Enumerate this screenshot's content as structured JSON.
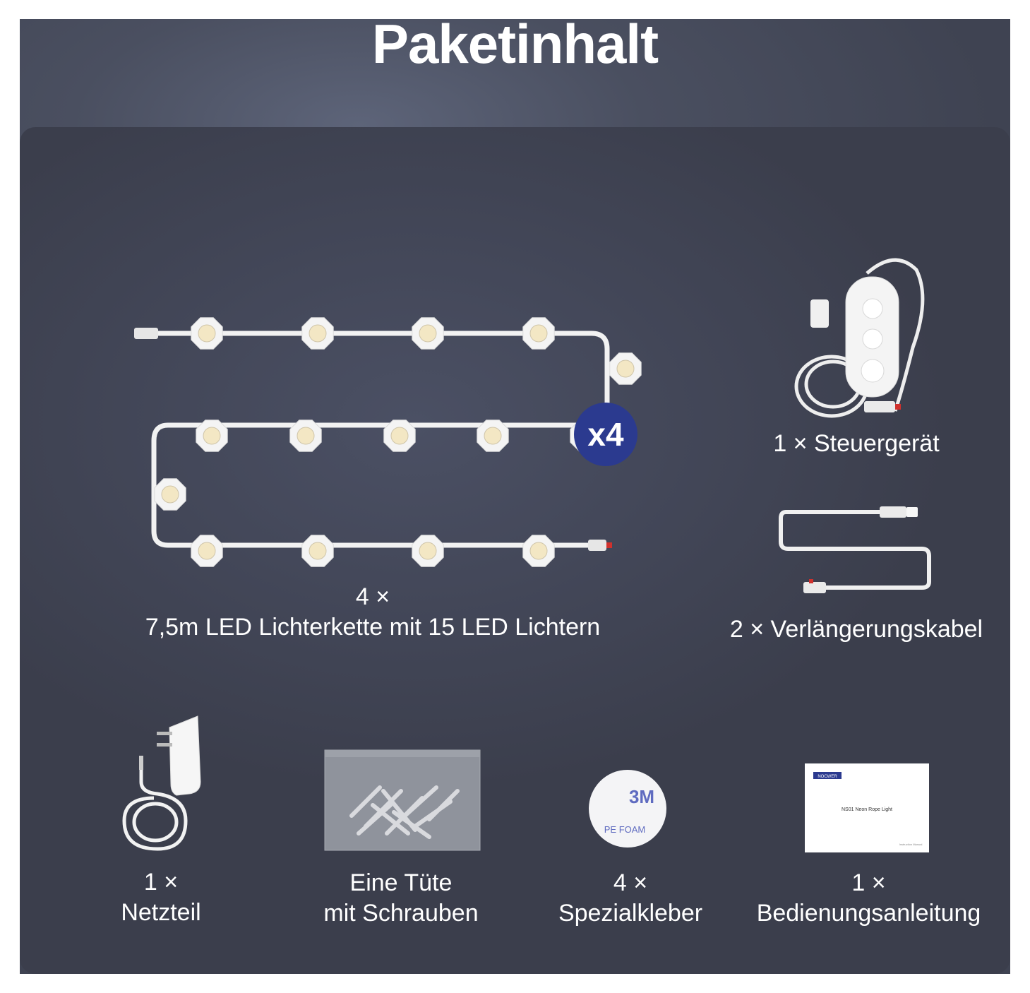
{
  "title": "Paketinhalt",
  "badge": "x4",
  "items": {
    "led_chain": {
      "qty": "4 ×",
      "name": "7,5m LED Lichterkette mit 15 LED Lichtern"
    },
    "controller": {
      "qty": "1 × Steuergerät"
    },
    "extension": {
      "qty": "2 × Verlängerungskabel"
    },
    "power": {
      "qty": "1 ×",
      "name": "Netzteil"
    },
    "screws": {
      "qty": "Eine Tüte",
      "name": "mit Schrauben"
    },
    "adhesive": {
      "qty": "4 ×",
      "name": "Spezialkleber"
    },
    "manual": {
      "qty": "1 ×",
      "name": "Bedienungsanleitung"
    }
  },
  "product_print": {
    "adhesive_brand": "3M",
    "adhesive_text": "PE FOAM",
    "manual_brand": "NOCWER",
    "manual_title": "NS01 Neon Rope Light",
    "manual_footer": "Instruction Manual"
  },
  "colors": {
    "badge": "#2b3a8f",
    "text": "#ffffff"
  }
}
